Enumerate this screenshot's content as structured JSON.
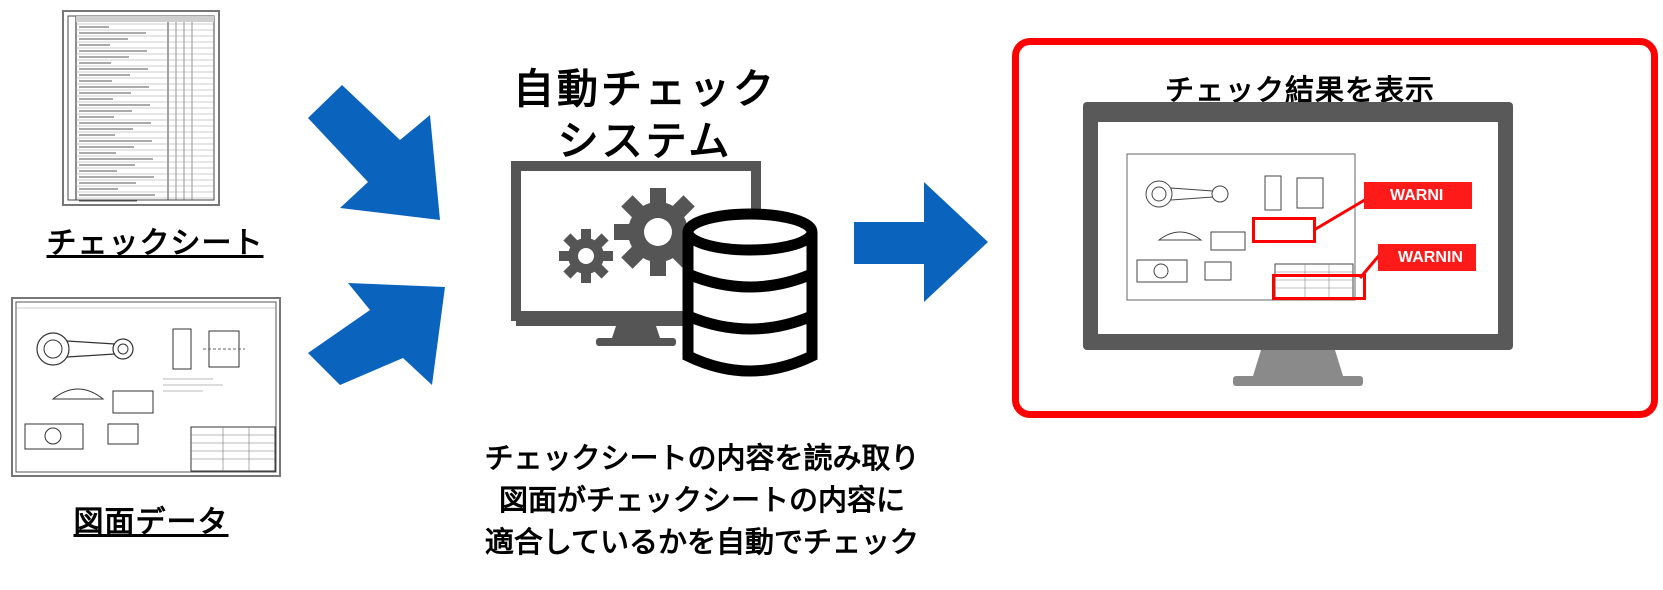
{
  "inputs": {
    "checksheet_label": "チェックシート",
    "drawing_label": "図面データ"
  },
  "system": {
    "title_line1": "自動チェック",
    "title_line2": "システム"
  },
  "description": {
    "line1": "チェックシートの内容を読み取り",
    "line2": "図面がチェックシートの内容に",
    "line3": "適合しているかを自動でチェック"
  },
  "result": {
    "title": "チェック結果を表示",
    "warning1": "WARNI",
    "warning2": "WARNIN"
  },
  "colors": {
    "arrow": "#0a63bd",
    "highlight": "#ff0000",
    "monitor": "#595959",
    "icon": "#555555"
  },
  "icons": [
    "arrow-icon",
    "gear-icon",
    "database-icon",
    "monitor-icon"
  ]
}
